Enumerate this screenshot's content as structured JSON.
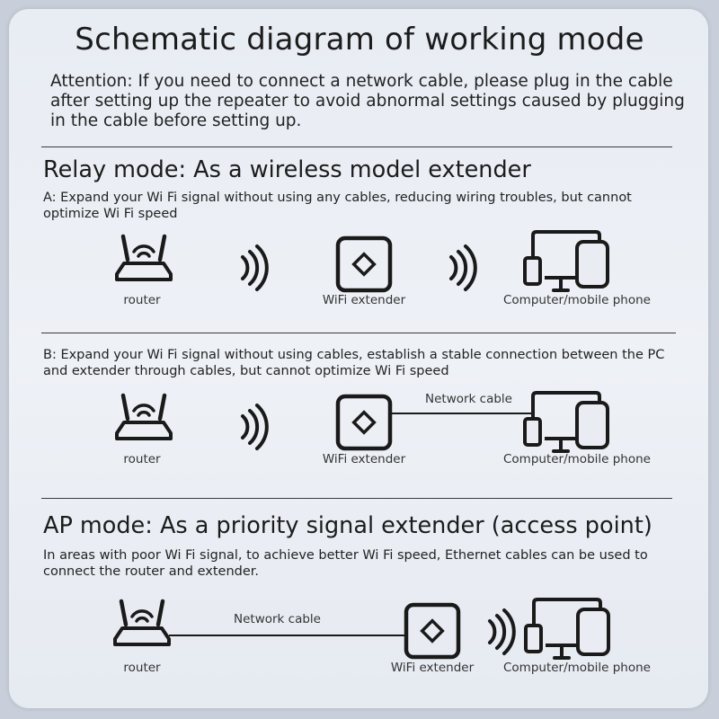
{
  "title": "Schematic diagram of working mode",
  "attention": "Attention: If you need to connect a network cable, please plug in the cable after setting up the repeater to avoid abnormal settings caused by plugging in the cable before setting up.",
  "relay": {
    "heading": "Relay mode: As a wireless model extender",
    "a": {
      "desc": "A:   Expand your Wi Fi signal without using any cables, reducing wiring troubles, but cannot optimize Wi Fi speed",
      "router_label": "router",
      "extender_label": "WiFi extender",
      "device_label": "Computer/mobile phone"
    },
    "b": {
      "desc": "B: Expand your Wi Fi signal without using cables, establish a stable connection between the PC and extender through cables, but cannot optimize Wi Fi speed",
      "router_label": "router",
      "extender_label": "WiFi extender",
      "cable_label": "Network cable",
      "device_label": "Computer/mobile phone"
    }
  },
  "ap": {
    "heading": "AP mode: As a priority signal extender (access point)",
    "desc": "In areas with poor Wi Fi signal, to achieve better Wi Fi speed, Ethernet cables can be used to connect the router and extender.",
    "router_label": "router",
    "cable_label": "Network cable",
    "extender_label": "WiFi extender",
    "device_label": "Computer/mobile phone"
  },
  "icons": {
    "router": "router-icon",
    "wave": "wireless-signal-icon",
    "extender": "wifi-extender-icon",
    "device": "computer-mobile-icon"
  },
  "colors": {
    "line": "#1a1a1a",
    "background": "#e9edf3"
  }
}
